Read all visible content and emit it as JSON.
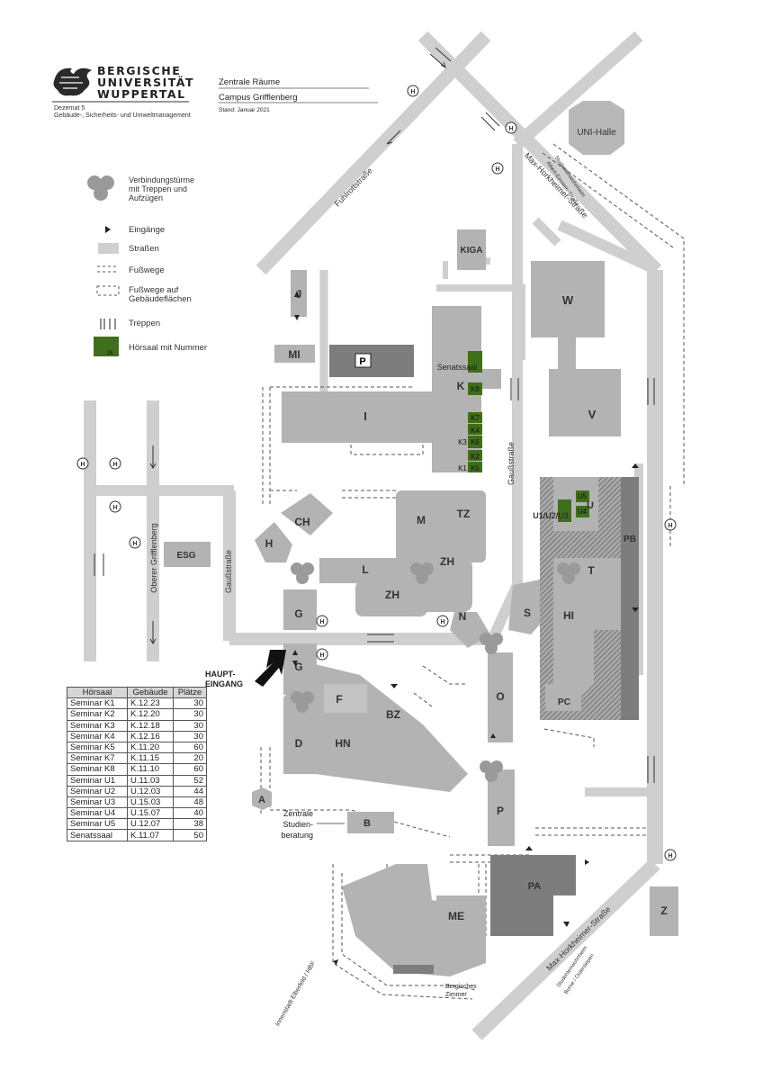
{
  "university": {
    "name_lines": [
      "BERGISCHE",
      "UNIVERSITÄT",
      "WUPPERTAL"
    ],
    "dept_lines": [
      "Dezernat 5",
      "Gebäude-, Sicherheits- und Umweltmanagement"
    ]
  },
  "title": {
    "line1": "Zentrale Räume",
    "line2": "Campus Grifflenberg",
    "stand": "Stand: Januar 2021"
  },
  "legend": {
    "towers": [
      "Verbindungstürme",
      "mit Treppen und",
      "Aufzügen"
    ],
    "entrances": "Eingänge",
    "streets": "Straßen",
    "footpaths": "Fußwege",
    "footpaths_buildings": [
      "Fußwege auf",
      "Gebäudeflächen"
    ],
    "stairs": "Treppen",
    "lecture_hall": "Hörsaal mit Nummer",
    "lecture_hall_sample": "26"
  },
  "colors": {
    "road": "#cfcfcf",
    "building": "#b3b3b3",
    "building_dark": "#7d7d7d",
    "lecture_hall": "#3f6e1c",
    "hatched": "#8a8a8a"
  },
  "streets": {
    "fuhlrott": "Fuhlrottstraße",
    "horkheimer_top": "Max-Horkheimer-Straße",
    "horkheimer_bottom": "Max-Horkheimer-Straße",
    "gauss_left": "Gaußstraße",
    "gauss_center": "Gaußstraße",
    "griffl": "Oberer Grifflenberg",
    "elberfeld": "Innenstadt Elberfeld / HBF",
    "wohnheim_top": [
      "Studentenwohnheim",
      "Albert-Einstein-Straße"
    ],
    "wohnheim_bottom": [
      "Studentenwohnheim",
      "Burse / Ostersiepen"
    ]
  },
  "buildings": {
    "uni_halle": "UNI-Halle",
    "kiga": "KIGA",
    "j": "J",
    "mi": "MI",
    "p_park": "P",
    "w": "W",
    "v": "V",
    "i": "I",
    "k": "K",
    "senatssaal": "Senatssaal",
    "ch": "CH",
    "h": "H",
    "esg": "ESG",
    "m": "M",
    "tz": "TZ",
    "l": "L",
    "zh1": "ZH",
    "zh2": "ZH",
    "g1": "G",
    "g2": "G",
    "n": "N",
    "s": "S",
    "t": "T",
    "hi": "HI",
    "pb": "PB",
    "pc": "PC",
    "f": "F",
    "bz": "BZ",
    "d": "D",
    "hn": "HN",
    "o": "O",
    "a": "A",
    "b": "B",
    "p": "P",
    "me": "ME",
    "pa": "PA",
    "z": "Z",
    "hall_u": "U",
    "hall_u123": "U1/U2/U3"
  },
  "halls": {
    "k8": "K8",
    "k7": "K7",
    "k4": "K4",
    "k3": "K3",
    "k6": "K6",
    "k2": "K2",
    "k1": "K1",
    "k5": "K5",
    "u5": "U5",
    "u4": "U4"
  },
  "labels": {
    "haupteingang": [
      "HAUPT-",
      "EINGANG"
    ],
    "studienberatung": [
      "Zentrale",
      "Studien-",
      "beratung"
    ],
    "bergisches_zimmer": [
      "Bergisches",
      "Zimmer"
    ],
    "bus": "H"
  },
  "table": {
    "headers": [
      "Hörsaal",
      "Gebäude",
      "Plätze"
    ],
    "rows": [
      [
        "Seminar K1",
        "K.12.23",
        "30"
      ],
      [
        "Seminar K2",
        "K.12.20",
        "30"
      ],
      [
        "Seminar K3",
        "K.12.18",
        "30"
      ],
      [
        "Seminar K4",
        "K.12.16",
        "30"
      ],
      [
        "Seminar K5",
        "K.11.20",
        "60"
      ],
      [
        "Seminar K7",
        "K.11.15",
        "20"
      ],
      [
        "Seminar K8",
        "K.11.10",
        "60"
      ],
      [
        "Seminar U1",
        "U.11.03",
        "52"
      ],
      [
        "Seminar U2",
        "U.12.03",
        "44"
      ],
      [
        "Seminar U3",
        "U.15.03",
        "48"
      ],
      [
        "Seminar U4",
        "U.15.07",
        "40"
      ],
      [
        "Seminar U5",
        "U.12.07",
        "38"
      ],
      [
        "Senatssaal",
        "K.11.07",
        "50"
      ]
    ]
  }
}
